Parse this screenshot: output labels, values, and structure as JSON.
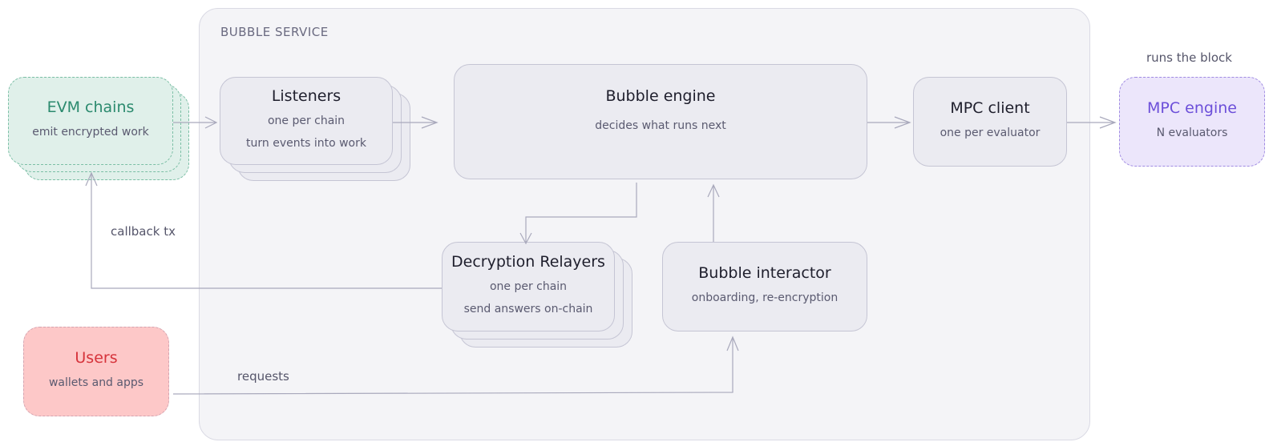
{
  "service": {
    "label": "BUBBLE SERVICE"
  },
  "evm": {
    "title": "EVM chains",
    "sub": "emit encrypted work"
  },
  "listeners": {
    "title": "Listeners",
    "sub1": "one per chain",
    "sub2": "turn events into work"
  },
  "engine": {
    "title": "Bubble engine",
    "sub": "decides what runs next"
  },
  "mpc_client": {
    "title": "MPC client",
    "sub": "one per evaluator"
  },
  "mpc_engine": {
    "title": "MPC engine",
    "sub": "N evaluators",
    "caption": "runs the block"
  },
  "relayers": {
    "title": "Decryption Relayers",
    "sub1": "one per chain",
    "sub2": "send answers on-chain"
  },
  "interactor": {
    "title": "Bubble interactor",
    "sub": "onboarding, re-encryption"
  },
  "users": {
    "title": "Users",
    "sub": "wallets and apps"
  },
  "edges": {
    "callback": "callback tx",
    "requests": "requests"
  },
  "colors": {
    "green_fill": "#e0f0ea",
    "green_text": "#2b8a6e",
    "purple_fill": "#ece6fb",
    "purple_text": "#6c4fd9",
    "red_fill": "#fdc8c8",
    "red_text": "#d6333b",
    "line": "#a9a9bc"
  }
}
